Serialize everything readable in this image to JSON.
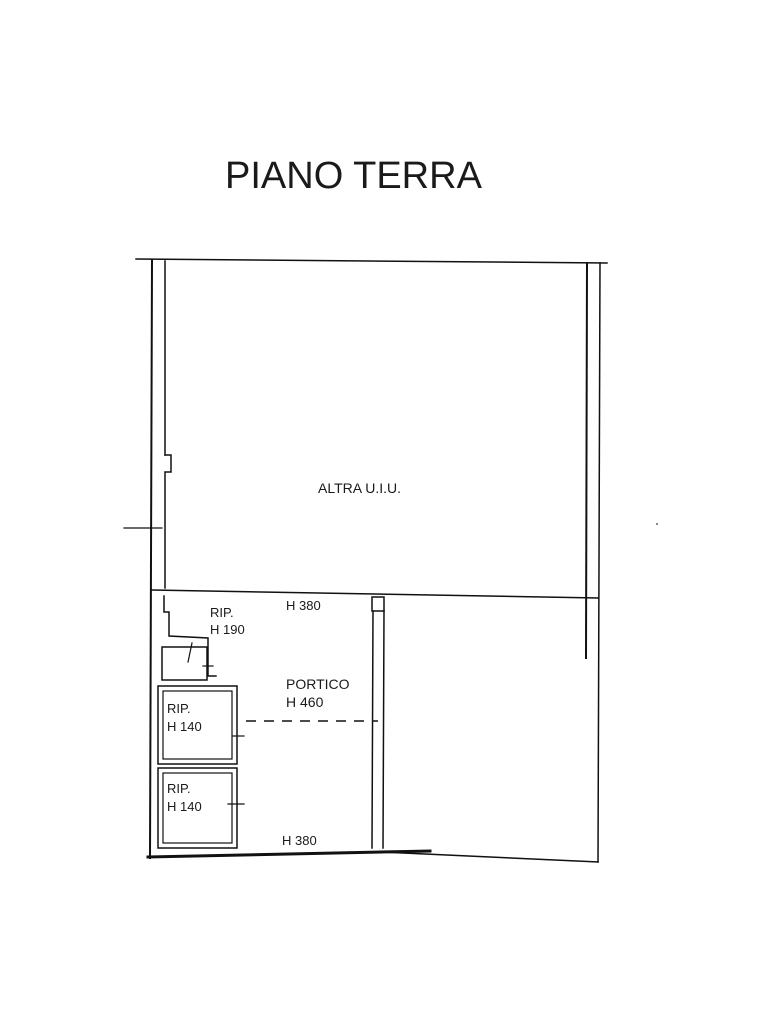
{
  "title": "PIANO TERRA",
  "rooms": {
    "other_unit": {
      "label": "ALTRA U.I.U."
    },
    "portico": {
      "name": "PORTICO",
      "height": "H 460"
    },
    "height_top": "H 380",
    "height_bottom": "H 380",
    "storage_1": {
      "name": "RIP.",
      "height": "H 190"
    },
    "storage_2": {
      "name": "RIP.",
      "height": "H 140"
    },
    "storage_3": {
      "name": "RIP.",
      "height": "H 140"
    }
  }
}
